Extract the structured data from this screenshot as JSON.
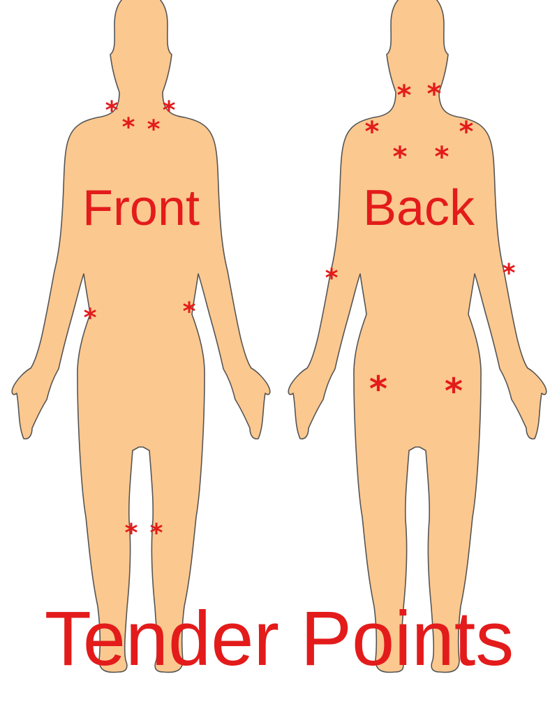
{
  "title": "Tender Points",
  "figures": {
    "front": {
      "label": "Front"
    },
    "back": {
      "label": "Back"
    }
  },
  "marker_symbol": "*",
  "colors": {
    "skin": "#fbc88f",
    "outline": "#555555",
    "marker": "#e31b1b",
    "text": "#e31b1b"
  }
}
